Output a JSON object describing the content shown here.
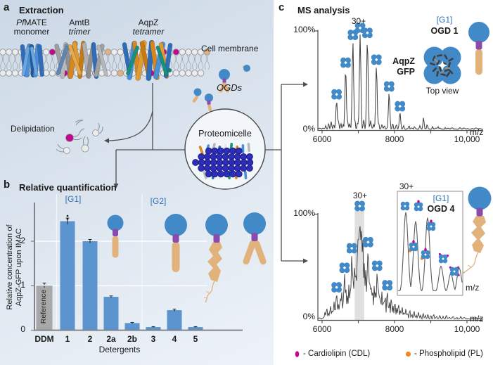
{
  "colors": {
    "accent_blue": "#4289c8",
    "purple": "#8a4bad",
    "tan": "#e2b27c",
    "magenta": "#c4058f",
    "orange": "#f0881e",
    "bar_blue": "#5b94cf",
    "bar_gray": "#a8a8a8",
    "group_label_blue": "#2e6fba",
    "micelle_blue": "#2d2db5",
    "spectrum_line": "#3c3c3c",
    "membrane_head": "#ececec",
    "protein_orange": "#d9871c",
    "protein_blue": "#2f6db8",
    "teal": "#17917f"
  },
  "panel_a": {
    "label": "a",
    "title": "Extraction",
    "proteins": [
      {
        "prefix": "Pf",
        "name": "MATE",
        "form": "monomer"
      },
      {
        "prefix": "",
        "name": "AmtB",
        "form": "trimer"
      },
      {
        "prefix": "",
        "name": "AqpZ",
        "form": "tetramer"
      }
    ],
    "cell_membrane_label": "Cell membrane",
    "ogds_label": "OGDs",
    "delipidation_label": "Delipidation",
    "proteomicelle_label": "Proteomicelle"
  },
  "panel_b": {
    "label": "b",
    "title": "Relative quantification"
  },
  "panel_c": {
    "label": "c",
    "title": "MS analysis",
    "top_spectrum": {
      "group_label": "[G1]",
      "ogd_label": "OGD 1",
      "complex_label_line1": "AqpZ",
      "complex_label_line2": "GFP",
      "view_label": "Top view"
    },
    "bottom_spectrum": {
      "group_label": "[G1]",
      "ogd_label": "OGD 4"
    },
    "legend": [
      {
        "label": "- Cardiolipin (CDL)",
        "color_key": "magenta"
      },
      {
        "label": "- Phospholipid (PL)",
        "color_key": "orange"
      }
    ]
  },
  "chart_data": [
    {
      "type": "bar",
      "title": "Relative quantification",
      "categories": [
        "DDM",
        "1",
        "2",
        "2a",
        "2b",
        "3",
        "4",
        "5"
      ],
      "values": [
        1.0,
        2.45,
        2.0,
        0.75,
        0.16,
        0.07,
        0.45,
        0.07
      ],
      "errors": [
        0.06,
        0.07,
        0.04,
        0.02,
        0.015,
        0.01,
        0.025,
        0.01
      ],
      "scatter_points_bar1": [
        2.57,
        2.5
      ],
      "bar_colors": [
        "#a8a8a8",
        "#5b94cf",
        "#5b94cf",
        "#5b94cf",
        "#5b94cf",
        "#5b94cf",
        "#5b94cf",
        "#5b94cf"
      ],
      "reference_label": "Reference",
      "annotations": {
        "g1": "[G1]",
        "g2": "[G2]",
        "g1_over": [
          "1",
          "2"
        ],
        "g2_over": [
          "3",
          "4",
          "5"
        ]
      },
      "xlabel": "Detergents",
      "ylabel_line1": "Relative concentration of",
      "ylabel_line2": "AqpZ-GFP upon IMAC",
      "ytick_labels": [
        "0",
        "1",
        "2"
      ],
      "yticks": [
        0,
        1,
        2
      ],
      "ylim": [
        0,
        2.7
      ],
      "gridlines": [
        1,
        2
      ]
    },
    {
      "type": "line",
      "subtype": "native mass spectrum",
      "name": "AqpZ-GFP tetramer in OGD 1 [G1]",
      "xlabel": "m/z",
      "xlim": [
        6000,
        10000
      ],
      "xticks": [
        6000,
        7000,
        8000,
        9000,
        10000
      ],
      "xtick_labels": [
        "6000",
        "8000",
        "10,000"
      ],
      "y_max_label": "100%",
      "y_min_label": "0%",
      "charge_label": "30+",
      "charge_peak_mz": 7050,
      "peaks": [
        {
          "mz": 6400,
          "h": 0.3
        },
        {
          "mz": 6650,
          "h": 0.62
        },
        {
          "mz": 6850,
          "h": 0.9
        },
        {
          "mz": 7050,
          "h": 0.97
        },
        {
          "mz": 7250,
          "h": 0.92
        },
        {
          "mz": 7500,
          "h": 0.65
        },
        {
          "mz": 7850,
          "h": 0.38
        },
        {
          "mz": 8150,
          "h": 0.18
        }
      ],
      "tetramer_marked_mzs": [
        6400,
        6650,
        6850,
        7050,
        7250,
        7500,
        7850,
        8150
      ],
      "minor_peaks": [
        [
          6100,
          0.05
        ],
        [
          6180,
          0.07
        ],
        [
          6250,
          0.09
        ],
        [
          6320,
          0.06
        ],
        [
          6450,
          0.1
        ],
        [
          6520,
          0.07
        ],
        [
          6580,
          0.06
        ],
        [
          6700,
          0.11
        ],
        [
          6760,
          0.07
        ],
        [
          6900,
          0.12
        ],
        [
          6980,
          0.08
        ],
        [
          7150,
          0.11
        ],
        [
          7340,
          0.1
        ],
        [
          7420,
          0.06
        ],
        [
          7560,
          0.08
        ],
        [
          7650,
          0.06
        ],
        [
          7720,
          0.05
        ],
        [
          7950,
          0.07
        ],
        [
          8050,
          0.06
        ],
        [
          8250,
          0.05
        ],
        [
          8400,
          0.05
        ],
        [
          8550,
          0.04
        ],
        [
          8700,
          0.05
        ],
        [
          8800,
          0.13
        ],
        [
          8900,
          0.06
        ],
        [
          9050,
          0.04
        ],
        [
          9200,
          0.04
        ],
        [
          9400,
          0.03
        ],
        [
          9600,
          0.03
        ],
        [
          9800,
          0.03
        ]
      ]
    },
    {
      "type": "line",
      "subtype": "native mass spectrum",
      "name": "AqpZ-GFP tetramer in OGD 4 [G1] with retained lipids",
      "xlabel": "m/z",
      "xlim": [
        6000,
        10000
      ],
      "xticks": [
        6000,
        7000,
        8000,
        9000,
        10000
      ],
      "xtick_labels": [
        "6000",
        "8000",
        "10,000"
      ],
      "y_max_label": "100%",
      "y_min_label": "0%",
      "charge_label": "30+",
      "charge_peak_mz": 7040,
      "highlight_band_mz": [
        6900,
        7160
      ],
      "peaks": [
        {
          "mz": 6400,
          "h": 0.26
        },
        {
          "mz": 6620,
          "h": 0.45
        },
        {
          "mz": 6820,
          "h": 0.64
        },
        {
          "mz": 7000,
          "h": 0.88
        },
        {
          "mz": 7040,
          "h": 1.0
        },
        {
          "mz": 7080,
          "h": 0.93
        },
        {
          "mz": 7120,
          "h": 0.82
        },
        {
          "mz": 7270,
          "h": 0.7
        },
        {
          "mz": 7520,
          "h": 0.47
        },
        {
          "mz": 7800,
          "h": 0.28
        }
      ],
      "tetramer_marked_mzs": [
        6400,
        6620,
        6820,
        7270,
        7520,
        7800
      ],
      "texture_peaks": [
        [
          6080,
          0.08
        ],
        [
          6130,
          0.12
        ],
        [
          6180,
          0.07
        ],
        [
          6230,
          0.14
        ],
        [
          6280,
          0.1
        ],
        [
          6330,
          0.18
        ],
        [
          6360,
          0.12
        ],
        [
          6450,
          0.16
        ],
        [
          6500,
          0.22
        ],
        [
          6540,
          0.28
        ],
        [
          6580,
          0.18
        ],
        [
          6660,
          0.3
        ],
        [
          6700,
          0.24
        ],
        [
          6740,
          0.35
        ],
        [
          6780,
          0.28
        ],
        [
          6860,
          0.42
        ],
        [
          6900,
          0.55
        ],
        [
          6940,
          0.48
        ],
        [
          6970,
          0.62
        ],
        [
          7160,
          0.58
        ],
        [
          7200,
          0.5
        ],
        [
          7240,
          0.44
        ],
        [
          7310,
          0.42
        ],
        [
          7350,
          0.36
        ],
        [
          7390,
          0.3
        ],
        [
          7440,
          0.34
        ],
        [
          7480,
          0.28
        ],
        [
          7560,
          0.32
        ],
        [
          7600,
          0.24
        ],
        [
          7650,
          0.28
        ],
        [
          7700,
          0.2
        ],
        [
          7740,
          0.24
        ],
        [
          7860,
          0.18
        ],
        [
          7910,
          0.22
        ],
        [
          7960,
          0.14
        ],
        [
          8010,
          0.18
        ],
        [
          8060,
          0.12
        ],
        [
          8110,
          0.16
        ],
        [
          8160,
          0.1
        ],
        [
          8210,
          0.13
        ],
        [
          8260,
          0.08
        ],
        [
          8310,
          0.11
        ],
        [
          8360,
          0.07
        ],
        [
          8420,
          0.1
        ],
        [
          8480,
          0.06
        ],
        [
          8540,
          0.09
        ],
        [
          8600,
          0.05
        ],
        [
          8660,
          0.08
        ],
        [
          8720,
          0.05
        ],
        [
          8790,
          0.07
        ],
        [
          8850,
          0.05
        ],
        [
          8920,
          0.06
        ],
        [
          9000,
          0.05
        ],
        [
          9080,
          0.06
        ],
        [
          9160,
          0.04
        ],
        [
          9250,
          0.05
        ],
        [
          9340,
          0.04
        ],
        [
          9430,
          0.05
        ],
        [
          9520,
          0.03
        ],
        [
          9620,
          0.04
        ],
        [
          9720,
          0.03
        ],
        [
          9830,
          0.04
        ],
        [
          9930,
          0.03
        ]
      ],
      "inset": {
        "xlabel": "m/z",
        "charge_label": "30+",
        "peaks_frac": [
          [
            0.129,
            0.9
          ],
          [
            0.28,
            0.8
          ],
          [
            0.462,
            0.84
          ],
          [
            0.667,
            0.3
          ],
          [
            0.817,
            0.22
          ],
          [
            0.946,
            0.28
          ]
        ],
        "adduct_icons": [
          {
            "fx": 0.118,
            "fy": 0.142,
            "cdl": 0,
            "pl": 0
          },
          {
            "fx": 0.323,
            "fy": 0.149,
            "cdl": 1,
            "pl": 0
          },
          {
            "fx": 0.516,
            "fy": 0.338,
            "cdl": 1,
            "pl": 0
          },
          {
            "fx": 0.247,
            "fy": 0.534,
            "cdl": 1,
            "pl": 1
          },
          {
            "fx": 0.43,
            "fy": 0.608,
            "cdl": 1,
            "pl": 1
          },
          {
            "fx": 0.699,
            "fy": 0.649,
            "cdl": 2,
            "pl": 0
          },
          {
            "fx": 0.871,
            "fy": 0.77,
            "cdl": 3,
            "pl": 0
          }
        ]
      }
    }
  ]
}
